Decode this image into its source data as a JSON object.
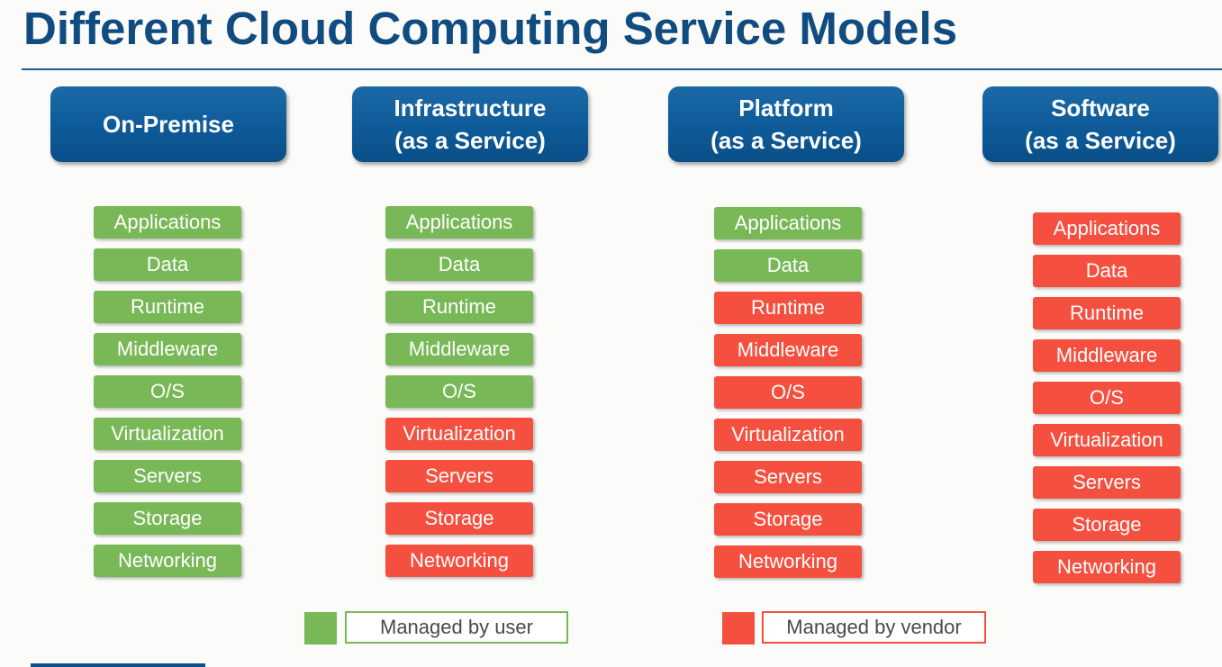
{
  "title": "Different Cloud Computing Service Models",
  "colors": {
    "user": "#78b857",
    "vendor": "#f5503f",
    "header": "#0d5a98"
  },
  "columns": [
    {
      "line1": "On-Premise",
      "line2": "",
      "layers": [
        {
          "label": "Applications",
          "managed_by": "user"
        },
        {
          "label": "Data",
          "managed_by": "user"
        },
        {
          "label": "Runtime",
          "managed_by": "user"
        },
        {
          "label": "Middleware",
          "managed_by": "user"
        },
        {
          "label": "O/S",
          "managed_by": "user"
        },
        {
          "label": "Virtualization",
          "managed_by": "user"
        },
        {
          "label": "Servers",
          "managed_by": "user"
        },
        {
          "label": "Storage",
          "managed_by": "user"
        },
        {
          "label": "Networking",
          "managed_by": "user"
        }
      ]
    },
    {
      "line1": "Infrastructure",
      "line2": "(as a Service)",
      "layers": [
        {
          "label": "Applications",
          "managed_by": "user"
        },
        {
          "label": "Data",
          "managed_by": "user"
        },
        {
          "label": "Runtime",
          "managed_by": "user"
        },
        {
          "label": "Middleware",
          "managed_by": "user"
        },
        {
          "label": "O/S",
          "managed_by": "user"
        },
        {
          "label": "Virtualization",
          "managed_by": "vendor"
        },
        {
          "label": "Servers",
          "managed_by": "vendor"
        },
        {
          "label": "Storage",
          "managed_by": "vendor"
        },
        {
          "label": "Networking",
          "managed_by": "vendor"
        }
      ]
    },
    {
      "line1": "Platform",
      "line2": "(as a Service)",
      "layers": [
        {
          "label": "Applications",
          "managed_by": "user"
        },
        {
          "label": "Data",
          "managed_by": "user"
        },
        {
          "label": "Runtime",
          "managed_by": "vendor"
        },
        {
          "label": "Middleware",
          "managed_by": "vendor"
        },
        {
          "label": "O/S",
          "managed_by": "vendor"
        },
        {
          "label": "Virtualization",
          "managed_by": "vendor"
        },
        {
          "label": "Servers",
          "managed_by": "vendor"
        },
        {
          "label": "Storage",
          "managed_by": "vendor"
        },
        {
          "label": "Networking",
          "managed_by": "vendor"
        }
      ]
    },
    {
      "line1": "Software",
      "line2": "(as a Service)",
      "layers": [
        {
          "label": "Applications",
          "managed_by": "vendor"
        },
        {
          "label": "Data",
          "managed_by": "vendor"
        },
        {
          "label": "Runtime",
          "managed_by": "vendor"
        },
        {
          "label": "Middleware",
          "managed_by": "vendor"
        },
        {
          "label": "O/S",
          "managed_by": "vendor"
        },
        {
          "label": "Virtualization",
          "managed_by": "vendor"
        },
        {
          "label": "Servers",
          "managed_by": "vendor"
        },
        {
          "label": "Storage",
          "managed_by": "vendor"
        },
        {
          "label": "Networking",
          "managed_by": "vendor"
        }
      ]
    }
  ],
  "legend": {
    "user_label": "Managed by user",
    "vendor_label": "Managed by vendor"
  }
}
